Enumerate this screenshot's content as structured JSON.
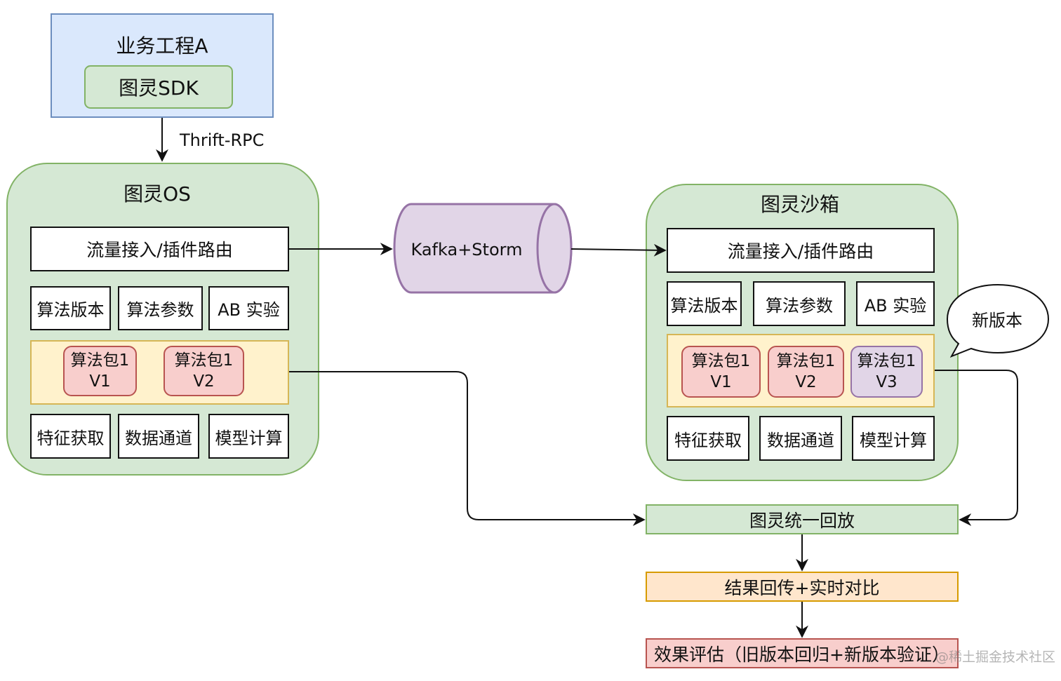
{
  "business": {
    "title": "业务工程A",
    "sdk": "图灵SDK"
  },
  "rpc_label": "Thrift-RPC",
  "os": {
    "title": "图灵OS",
    "routing": "流量接入/插件路由",
    "row1": [
      "算法版本",
      "算法参数",
      "AB 实验"
    ],
    "packages": [
      {
        "line1": "算法包1",
        "line2": "V1"
      },
      {
        "line1": "算法包1",
        "line2": "V2"
      }
    ],
    "row3": [
      "特征获取",
      "数据通道",
      "模型计算"
    ]
  },
  "queue": {
    "label": "Kafka+Storm"
  },
  "sandbox": {
    "title": "图灵沙箱",
    "routing": "流量接入/插件路由",
    "row1": [
      "算法版本",
      "算法参数",
      "AB 实验"
    ],
    "packages": [
      {
        "line1": "算法包1",
        "line2": "V1"
      },
      {
        "line1": "算法包1",
        "line2": "V2"
      },
      {
        "line1": "算法包1",
        "line2": "V3"
      }
    ],
    "row3": [
      "特征获取",
      "数据通道",
      "模型计算"
    ],
    "callout": "新版本"
  },
  "pipeline": {
    "replay": "图灵统一回放",
    "compare": "结果回传+实时对比",
    "evaluate": "效果评估（旧版本回归+新版本验证）"
  },
  "watermark": "@稀土掘金技术社区",
  "colors": {
    "blue_fill": "#dae8fc",
    "blue_stroke": "#6c8ebf",
    "green_fill": "#d5e8d4",
    "green_stroke": "#82b366",
    "yellow_fill": "#fff2cc",
    "yellow_stroke": "#d6b656",
    "red_fill": "#f8cecc",
    "red_stroke": "#b85450",
    "purple_fill": "#e1d5e7",
    "purple_stroke": "#9673a6",
    "orange_fill": "#ffe6cc",
    "orange_stroke": "#d79b00"
  }
}
